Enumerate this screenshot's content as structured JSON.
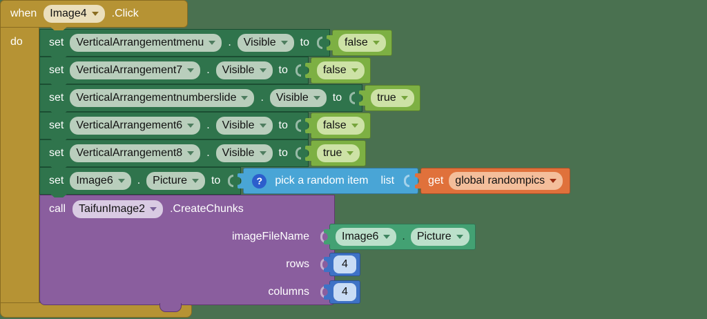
{
  "colors": {
    "canvas_bg": "#4A7150",
    "event_gold": "#B69334",
    "setter_green": "#2F744C",
    "getter_green": "#43A173",
    "logic_green": "#7DB043",
    "list_blue": "#49A5D6",
    "math_blue": "#3E72C6",
    "variable_orange": "#E0713B",
    "procedure_purple": "#8A5E9E"
  },
  "event_block": {
    "when_label": "when",
    "component": "Image4",
    "event": ".Click",
    "do_label": "do"
  },
  "set_label": "set",
  "to_label": "to",
  "dot": ".",
  "set_rows": [
    {
      "component": "VerticalArrangementmenu",
      "property": "Visible",
      "value": "false"
    },
    {
      "component": "VerticalArrangement7",
      "property": "Visible",
      "value": "false"
    },
    {
      "component": "VerticalArrangementnumberslide",
      "property": "Visible",
      "value": "true"
    },
    {
      "component": "VerticalArrangement6",
      "property": "Visible",
      "value": "false"
    },
    {
      "component": "VerticalArrangement8",
      "property": "Visible",
      "value": "true"
    }
  ],
  "picture_row": {
    "component": "Image6",
    "property": "Picture",
    "list_pick": {
      "help": "?",
      "label": "pick a random item",
      "list_label": "list"
    },
    "get_block": {
      "label": "get",
      "variable": "global randompics"
    }
  },
  "call_block": {
    "label": "call",
    "component": "TaifunImage2",
    "method": ".CreateChunks",
    "params": {
      "image": {
        "label": "imageFileName",
        "component": "Image6",
        "property": "Picture"
      },
      "rows": {
        "label": "rows",
        "value": "4"
      },
      "columns": {
        "label": "columns",
        "value": "4"
      }
    }
  }
}
